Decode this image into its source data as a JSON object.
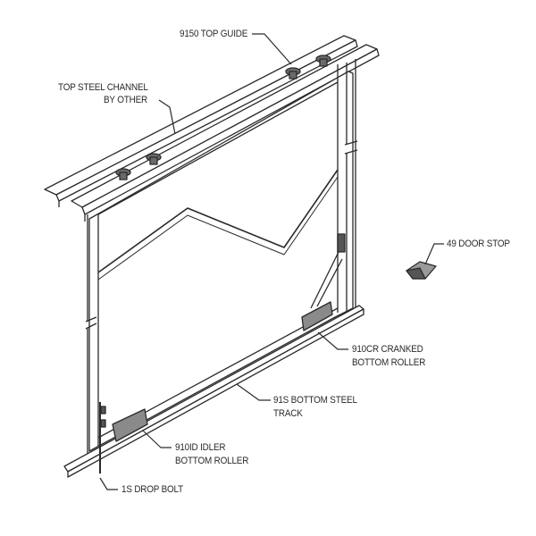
{
  "labels": {
    "top_guide": "9150 TOP GUIDE",
    "top_channel_line1": "TOP STEEL CHANNEL",
    "top_channel_line2": "BY OTHER",
    "door_stop": "49 DOOR STOP",
    "cranked_roller_line1": "910CR CRANKED",
    "cranked_roller_line2": "BOTTOM ROLLER",
    "bottom_track_line1": "91S BOTTOM STEEL",
    "bottom_track_line2": "TRACK",
    "idler_roller_line1": "910ID IDLER",
    "idler_roller_line2": "BOTTOM ROLLER",
    "drop_bolt": "1S DROP BOLT"
  },
  "colors": {
    "line": "#2a2a2a",
    "part_fill": "#8a8a8a"
  }
}
